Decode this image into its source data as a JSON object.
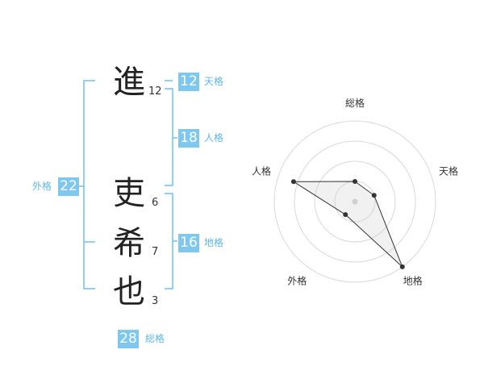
{
  "name": {
    "chars": [
      {
        "char": "進",
        "strokes": "12"
      },
      {
        "char": "吏",
        "strokes": "6"
      },
      {
        "char": "希",
        "strokes": "7"
      },
      {
        "char": "也",
        "strokes": "3"
      }
    ]
  },
  "kakusu": {
    "tenkaku": {
      "value": "12",
      "label": "天格"
    },
    "jinkaku": {
      "value": "18",
      "label": "人格"
    },
    "chikaku": {
      "value": "16",
      "label": "地格"
    },
    "gaikaku": {
      "value": "22",
      "label": "外格"
    },
    "soukaku": {
      "value": "28",
      "label": "総格"
    }
  },
  "colors": {
    "accent": "#7ec8f0",
    "bracket": "#6fc0ef",
    "text": "#222222"
  },
  "chart_data": {
    "type": "radar",
    "axes": [
      "総格",
      "天格",
      "地格",
      "外格",
      "人格"
    ],
    "values": [
      0.25,
      0.25,
      1.0,
      0.2,
      0.8
    ],
    "rmax": 1,
    "rings": 4
  }
}
